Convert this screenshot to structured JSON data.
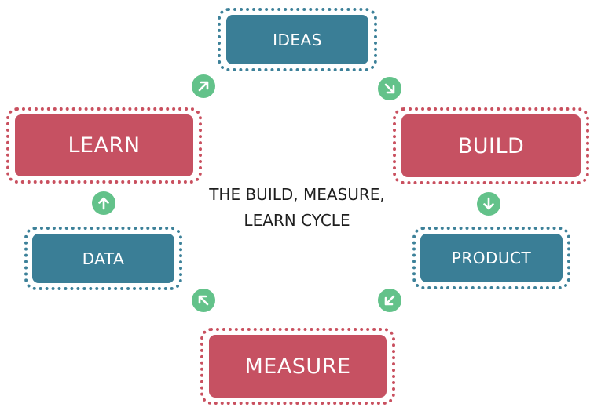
{
  "diagram": {
    "center_title_line1": "THE BUILD, MEASURE,",
    "center_title_line2": "LEARN CYCLE",
    "nodes": {
      "ideas": "IDEAS",
      "build": "BUILD",
      "product": "PRODUCT",
      "measure": "MEASURE",
      "data": "DATA",
      "learn": "LEARN"
    },
    "arrows": [
      {
        "from": "learn",
        "to": "ideas",
        "icon": "arrow-up-right-icon"
      },
      {
        "from": "ideas",
        "to": "build",
        "icon": "arrow-down-right-icon"
      },
      {
        "from": "build",
        "to": "product",
        "icon": "arrow-down-icon"
      },
      {
        "from": "product",
        "to": "measure",
        "icon": "arrow-down-left-icon"
      },
      {
        "from": "measure",
        "to": "data",
        "icon": "arrow-up-left-icon"
      },
      {
        "from": "data",
        "to": "learn",
        "icon": "arrow-up-icon"
      }
    ]
  },
  "colors": {
    "red": "#c65162",
    "teal": "#3a7e96",
    "arrow_green": "#63c28a"
  }
}
